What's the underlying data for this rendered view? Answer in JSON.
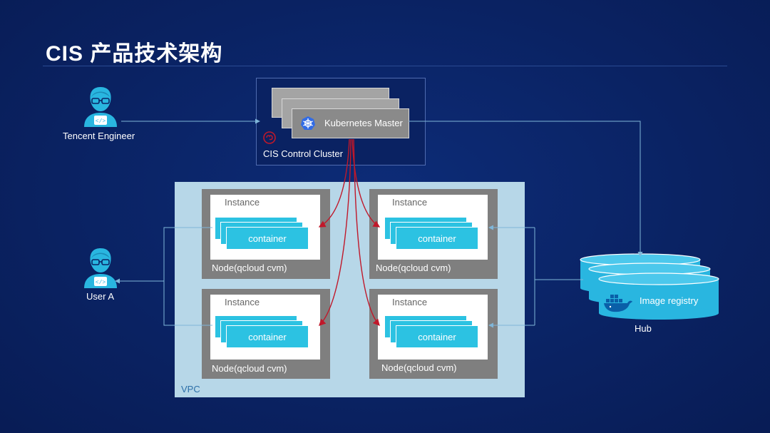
{
  "title": "CIS 产品技术架构",
  "actors": {
    "engineer": {
      "label": "Tencent Engineer",
      "icon": "developer-icon"
    },
    "user": {
      "label": "User A",
      "icon": "developer-icon"
    }
  },
  "control": {
    "master_label": "Kubernetes Master",
    "cluster_label": "CIS Control Cluster",
    "master_icon": "kubernetes-icon"
  },
  "vpc": {
    "label": "VPC",
    "nodes": [
      {
        "instance_label": "Instance",
        "container_label": "container",
        "node_label": "Node(qcloud cvm)"
      },
      {
        "instance_label": "Instance",
        "container_label": "container",
        "node_label": "Node(qcloud cvm)"
      },
      {
        "instance_label": "Instance",
        "container_label": "container",
        "node_label": "Node(qcloud cvm)"
      },
      {
        "instance_label": "Instance",
        "container_label": "container",
        "node_label": "Node(qcloud cvm)"
      }
    ]
  },
  "registry": {
    "label": "Image registry",
    "hub_label": "Hub",
    "icon": "docker-whale-icon"
  },
  "colors": {
    "background": "#0b2466",
    "container": "#2cc2e2",
    "vpc": "#b7d7e8",
    "node": "#7f7f7f",
    "control_link": "#c0182a",
    "connector": "#7fb6d8"
  }
}
